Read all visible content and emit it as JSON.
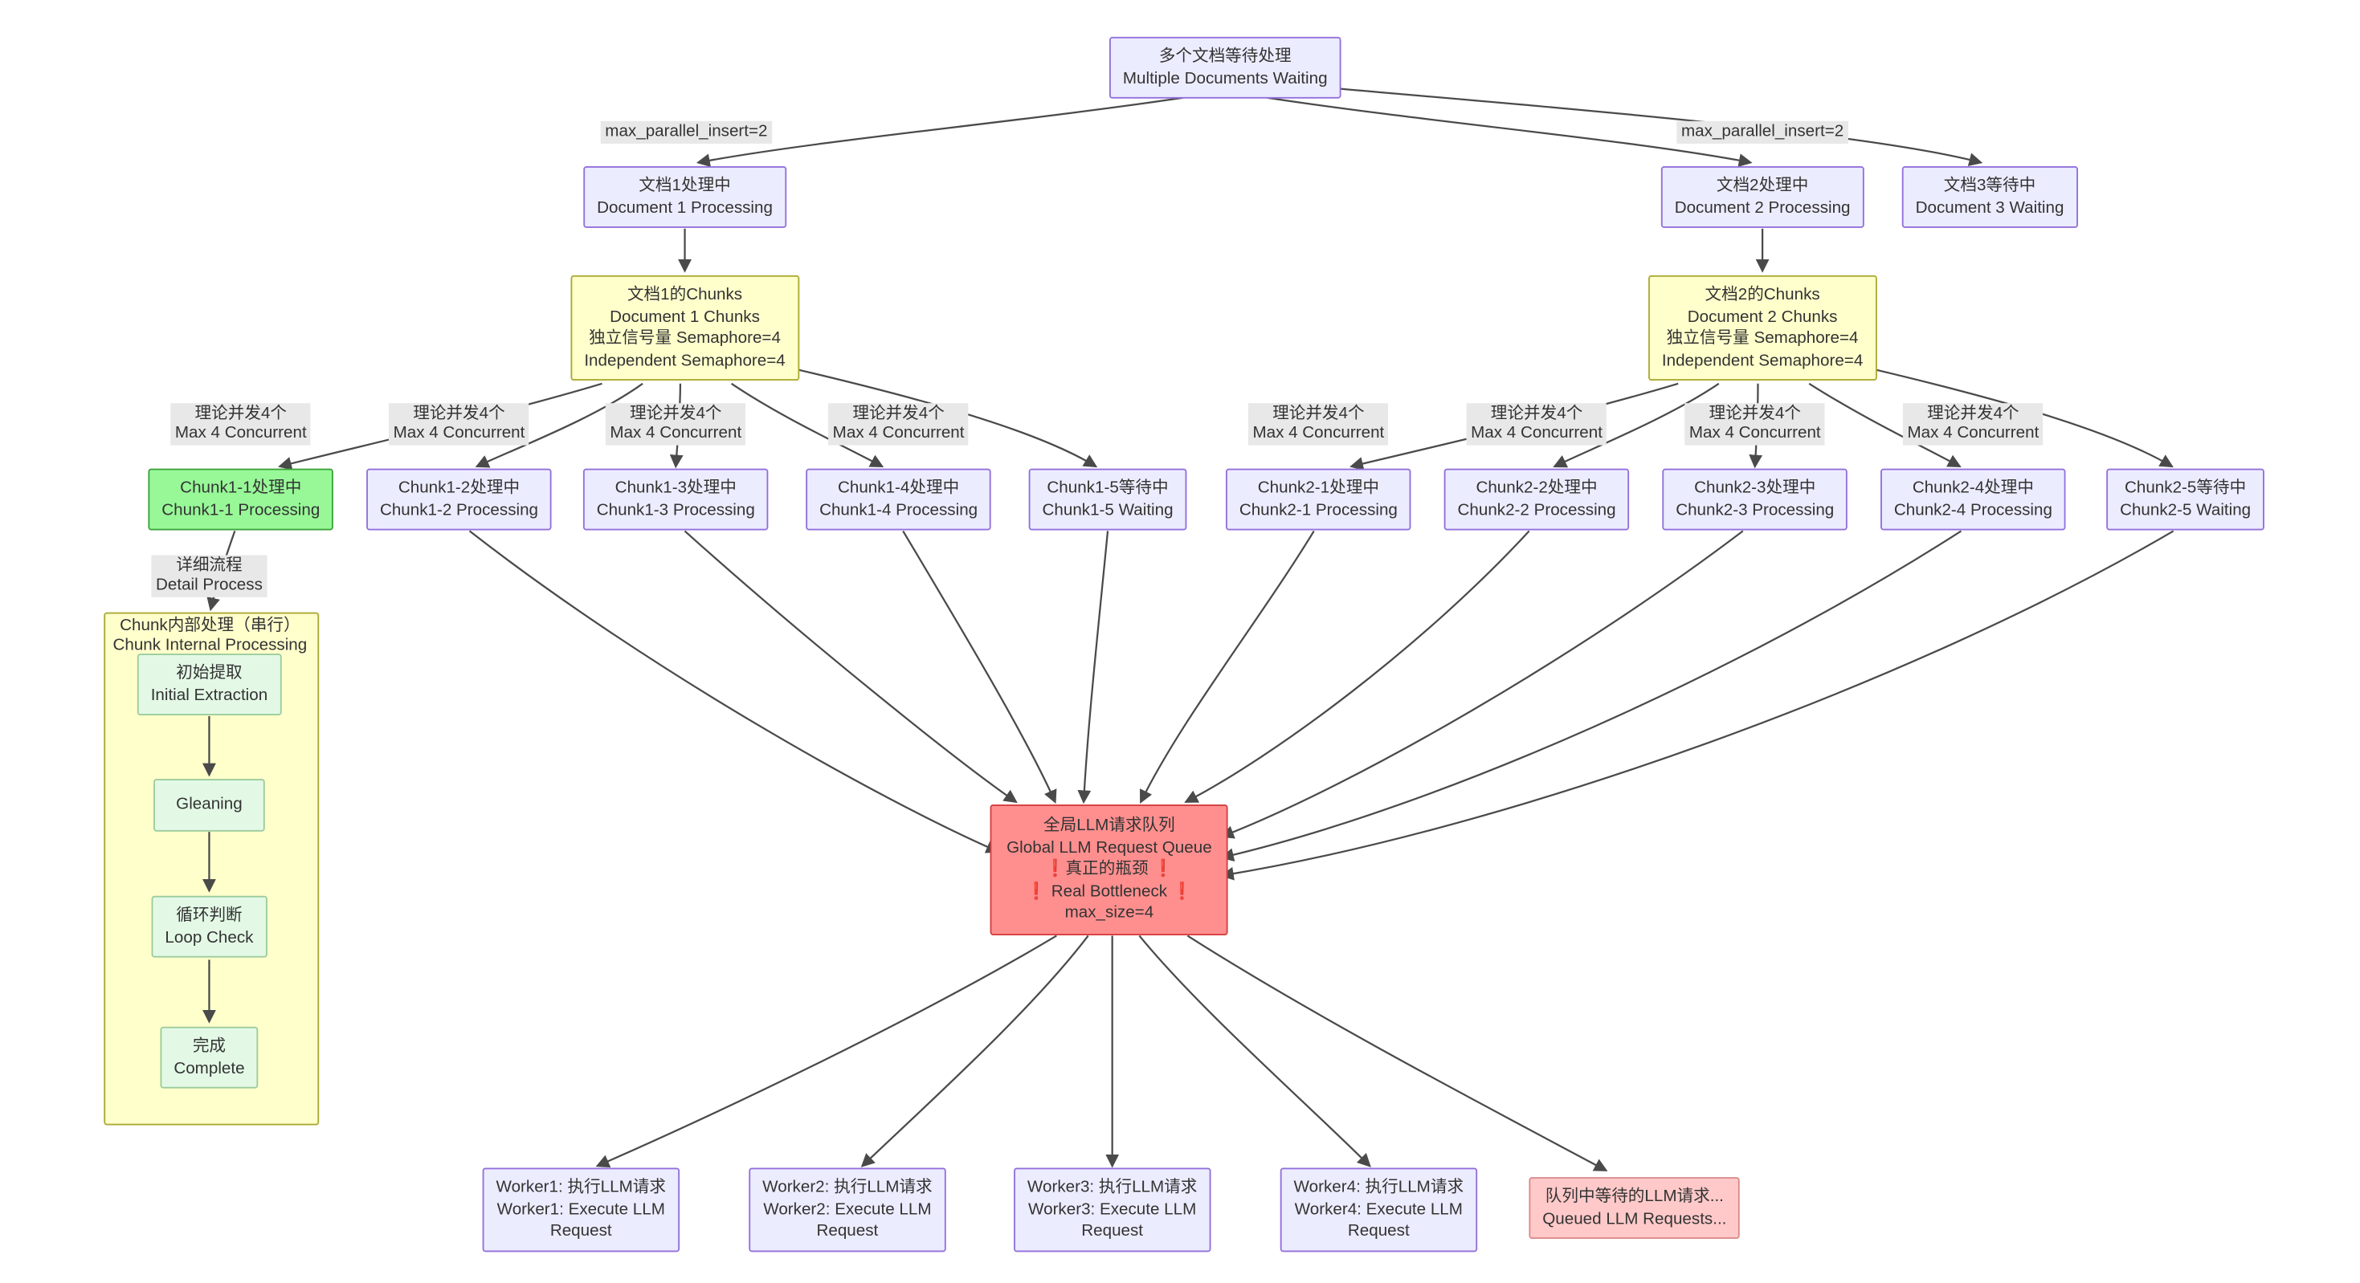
{
  "nodes": {
    "multi_docs": {
      "lines": [
        "多个文档等待处理",
        "Multiple Documents Waiting"
      ]
    },
    "doc1": {
      "lines": [
        "文档1处理中",
        "Document 1 Processing"
      ]
    },
    "doc2": {
      "lines": [
        "文档2处理中",
        "Document 2 Processing"
      ]
    },
    "doc3": {
      "lines": [
        "文档3等待中",
        "Document 3 Waiting"
      ]
    },
    "doc1_chunks": {
      "lines": [
        "文档1的Chunks",
        "Document 1 Chunks",
        "独立信号量 Semaphore=4",
        "Independent Semaphore=4"
      ]
    },
    "doc2_chunks": {
      "lines": [
        "文档2的Chunks",
        "Document 2 Chunks",
        "独立信号量 Semaphore=4",
        "Independent Semaphore=4"
      ]
    },
    "chunk1_1": {
      "lines": [
        "Chunk1-1处理中",
        "Chunk1-1 Processing"
      ]
    },
    "chunk1_2": {
      "lines": [
        "Chunk1-2处理中",
        "Chunk1-2 Processing"
      ]
    },
    "chunk1_3": {
      "lines": [
        "Chunk1-3处理中",
        "Chunk1-3 Processing"
      ]
    },
    "chunk1_4": {
      "lines": [
        "Chunk1-4处理中",
        "Chunk1-4 Processing"
      ]
    },
    "chunk1_5": {
      "lines": [
        "Chunk1-5等待中",
        "Chunk1-5 Waiting"
      ]
    },
    "chunk2_1": {
      "lines": [
        "Chunk2-1处理中",
        "Chunk2-1 Processing"
      ]
    },
    "chunk2_2": {
      "lines": [
        "Chunk2-2处理中",
        "Chunk2-2 Processing"
      ]
    },
    "chunk2_3": {
      "lines": [
        "Chunk2-3处理中",
        "Chunk2-3 Processing"
      ]
    },
    "chunk2_4": {
      "lines": [
        "Chunk2-4处理中",
        "Chunk2-4 Processing"
      ]
    },
    "chunk2_5": {
      "lines": [
        "Chunk2-5等待中",
        "Chunk2-5 Waiting"
      ]
    },
    "subgraph": {
      "lines": [
        "Chunk内部处理（串行）",
        "Chunk Internal Processing"
      ]
    },
    "initial_extraction": {
      "lines": [
        "初始提取",
        "Initial Extraction"
      ]
    },
    "gleaning": {
      "lines": [
        "Gleaning"
      ]
    },
    "loop_check": {
      "lines": [
        "循环判断",
        "Loop Check"
      ]
    },
    "complete": {
      "lines": [
        "完成",
        "Complete"
      ]
    },
    "queue": {
      "lines": [
        "全局LLM请求队列",
        "Global LLM Request Queue",
        "❗真正的瓶颈 ❗",
        "❗ Real Bottleneck ❗",
        "max_size=4"
      ]
    },
    "worker1": {
      "lines": [
        "Worker1: 执行LLM请求",
        "Worker1: Execute LLM",
        "Request"
      ]
    },
    "worker2": {
      "lines": [
        "Worker2: 执行LLM请求",
        "Worker2: Execute LLM",
        "Request"
      ]
    },
    "worker3": {
      "lines": [
        "Worker3: 执行LLM请求",
        "Worker3: Execute LLM",
        "Request"
      ]
    },
    "worker4": {
      "lines": [
        "Worker4: 执行LLM请求",
        "Worker4: Execute LLM",
        "Request"
      ]
    },
    "queued": {
      "lines": [
        "队列中等待的LLM请求...",
        "Queued LLM Requests..."
      ]
    }
  },
  "edge_labels": {
    "max_parallel": {
      "lines": [
        "max_parallel_insert=2"
      ]
    },
    "max_concurrent": {
      "lines": [
        "理论并发4个",
        "Max 4 Concurrent"
      ]
    },
    "detail_process": {
      "lines": [
        "详细流程",
        "Detail Process"
      ]
    }
  },
  "colors": {
    "node_default_fill": "#ECECFF",
    "node_default_border": "#9370DB",
    "chunks_fill": "#FFFFCC",
    "chunks_border": "#AAAA33",
    "active_chunk_fill": "#98F898",
    "active_chunk_border": "#3BA33B",
    "inner_step_fill": "#E3F9E6",
    "inner_step_border": "#9CCC9C",
    "bottleneck_fill": "#FF8F8F",
    "bottleneck_border": "#D43F3F",
    "queued_fill": "#FFC9C9",
    "queued_border": "#DC8A8A",
    "edge_label_bg": "#E8E8E8",
    "edge_stroke": "#4A4A4A"
  }
}
